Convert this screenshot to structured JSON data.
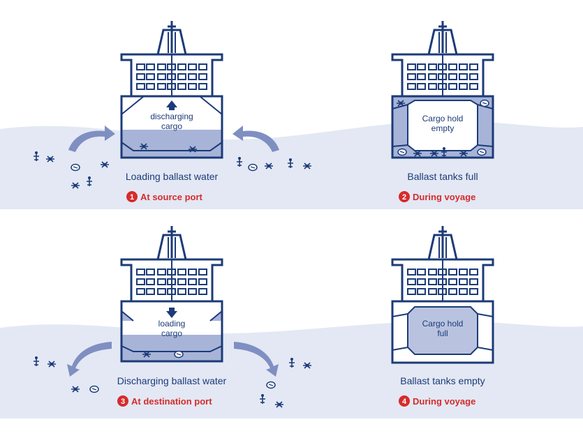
{
  "colors": {
    "navy": "#1c3b78",
    "water_light": "#dfe4f2",
    "water_mid": "#b9c3e0",
    "ballast": "#a7b4d8",
    "step_badge": "#d62b2b",
    "step_text": "#d62b2b",
    "caption": "#1c3b78"
  },
  "icons": [
    "organism-icon",
    "arrow-up-icon",
    "arrow-down-icon",
    "curved-arrow-icon"
  ],
  "panels": [
    {
      "caption": "Loading ballast water",
      "step_number": "1",
      "step_label": "At source port",
      "hull_text_1": "discharging",
      "hull_text_2": "cargo"
    },
    {
      "caption": "Ballast tanks full",
      "step_number": "2",
      "step_label": "During voyage",
      "hull_text_1": "Cargo hold",
      "hull_text_2": "empty"
    },
    {
      "caption": "Discharging ballast water",
      "step_number": "3",
      "step_label": "At destination port",
      "hull_text_1": "loading",
      "hull_text_2": "cargo"
    },
    {
      "caption": "Ballast tanks empty",
      "step_number": "4",
      "step_label": "During voyage",
      "hull_text_1": "Cargo hold",
      "hull_text_2": "full"
    }
  ]
}
